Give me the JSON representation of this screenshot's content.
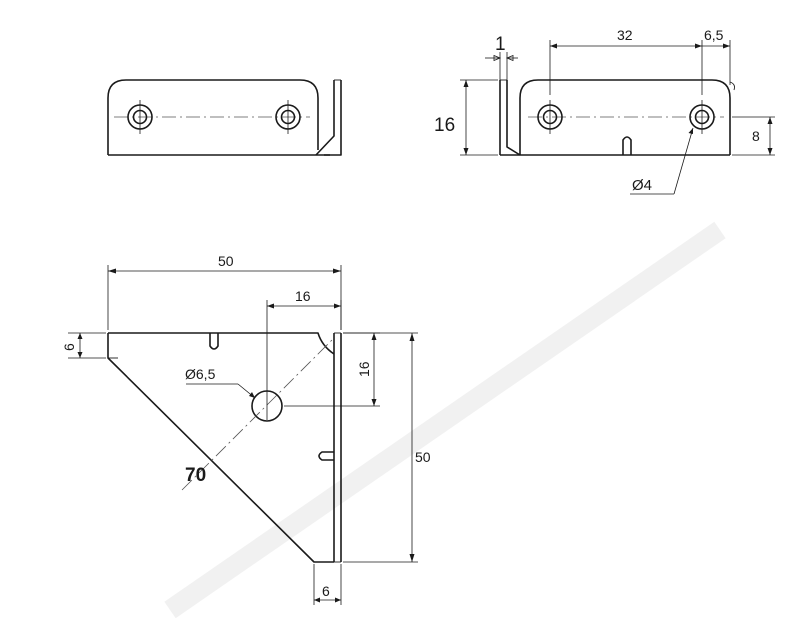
{
  "title": "",
  "colors": {
    "line": "#1a1a1a",
    "background": "#ffffff"
  },
  "dimensions": {
    "thickness": "1",
    "hole_spacing": "32",
    "edge_offset": "6,5",
    "height": "16",
    "hole_height": "8",
    "hole_small_diameter": "Ø4",
    "width_top": "50",
    "hole_offset_top": "16",
    "lip_left": "6",
    "hole_large_diameter": "Ø6,5",
    "hole_offset_side": "16",
    "height_side": "50",
    "diagonal": "70",
    "lip_bottom": "6"
  }
}
